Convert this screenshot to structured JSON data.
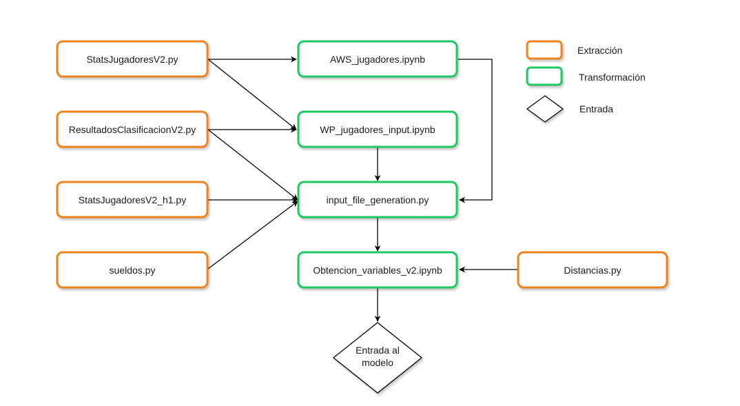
{
  "colors": {
    "extraction": "#f0821e",
    "transformation": "#1fc862",
    "edge": "#000000",
    "background": "#ffffff"
  },
  "nodes": {
    "stats_jugadores_v2": "StatsJugadoresV2.py",
    "resultados_clasificacion_v2": "ResultadosClasificacionV2.py",
    "stats_jugadores_v2_h1": "StatsJugadoresV2_h1.py",
    "sueldos": "sueldos.py",
    "aws_jugadores": "AWS_jugadores.ipynb",
    "wp_jugadores_input": "WP_jugadores_input.ipynb",
    "input_file_generation": "input_file_generation.py",
    "obtencion_variables_v2": "Obtencion_variables_v2.ipynb",
    "distancias": "Distancias.py",
    "entrada_modelo_line1": "Entrada al",
    "entrada_modelo_line2": "modelo"
  },
  "legend": {
    "extraction": "Extracción",
    "transformation": "Transformación",
    "input": "Entrada"
  },
  "edges": [
    {
      "from": "StatsJugadoresV2.py",
      "to": "AWS_jugadores.ipynb"
    },
    {
      "from": "StatsJugadoresV2.py",
      "to": "WP_jugadores_input.ipynb"
    },
    {
      "from": "ResultadosClasificacionV2.py",
      "to": "WP_jugadores_input.ipynb"
    },
    {
      "from": "ResultadosClasificacionV2.py",
      "to": "input_file_generation.py"
    },
    {
      "from": "StatsJugadoresV2_h1.py",
      "to": "input_file_generation.py"
    },
    {
      "from": "sueldos.py",
      "to": "input_file_generation.py"
    },
    {
      "from": "AWS_jugadores.ipynb",
      "to": "input_file_generation.py"
    },
    {
      "from": "WP_jugadores_input.ipynb",
      "to": "input_file_generation.py"
    },
    {
      "from": "input_file_generation.py",
      "to": "Obtencion_variables_v2.ipynb"
    },
    {
      "from": "Distancias.py",
      "to": "Obtencion_variables_v2.ipynb"
    },
    {
      "from": "Obtencion_variables_v2.ipynb",
      "to": "Entrada al modelo"
    }
  ]
}
